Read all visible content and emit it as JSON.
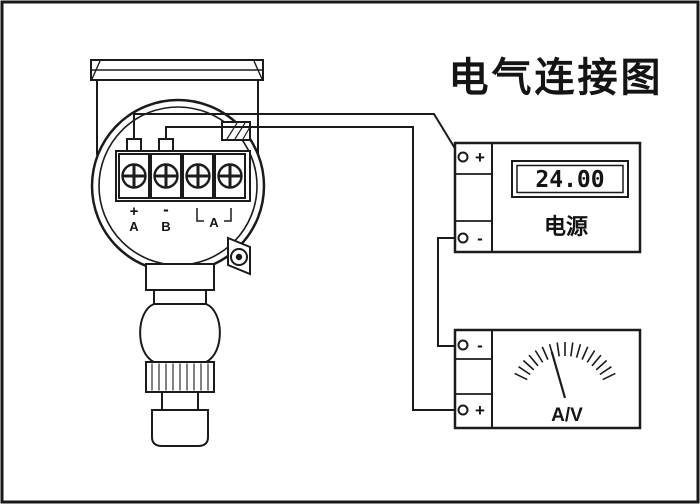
{
  "title": "电气连接图",
  "transmitter": {
    "terminals": {
      "t1_sign": "+",
      "t2_sign": "-",
      "t1_label": "A",
      "t2_label": "B",
      "test_label": "A"
    }
  },
  "power_supply": {
    "plus_label": "+",
    "minus_label": "-",
    "display_value": "24.00",
    "name_label": "电源"
  },
  "meter": {
    "minus_label": "-",
    "plus_label": "+",
    "name_label": "A/V"
  },
  "colors": {
    "line": "#1b1b1b",
    "background": "#ffffff"
  }
}
